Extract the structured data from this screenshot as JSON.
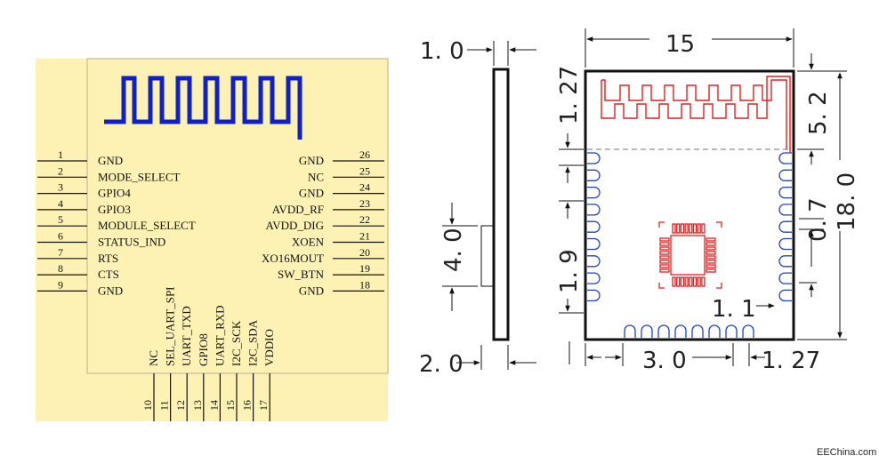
{
  "colors": {
    "body_fill": "#fdf2b4",
    "body_stroke": "#d2c69a",
    "antenna_blue": "#1020c8",
    "antenna_red": "#e02020",
    "pad_blue": "#2040c0",
    "line": "#111111"
  },
  "pins_left": [
    {
      "num": "1",
      "label": "GND"
    },
    {
      "num": "2",
      "label": "MODE_SELECT"
    },
    {
      "num": "3",
      "label": "GPIO4"
    },
    {
      "num": "4",
      "label": "GPIO3"
    },
    {
      "num": "5",
      "label": "MODULE_SELECT"
    },
    {
      "num": "6",
      "label": "STATUS_IND"
    },
    {
      "num": "7",
      "label": "RTS"
    },
    {
      "num": "8",
      "label": "CTS"
    },
    {
      "num": "9",
      "label": "GND"
    }
  ],
  "pins_bottom": [
    {
      "num": "10",
      "label": "NC"
    },
    {
      "num": "11",
      "label": "SEL_UART_SPI"
    },
    {
      "num": "12",
      "label": "UART_TXD"
    },
    {
      "num": "13",
      "label": "GPIO8"
    },
    {
      "num": "14",
      "label": "UART_RXD"
    },
    {
      "num": "15",
      "label": "I2C_SCK"
    },
    {
      "num": "16",
      "label": "I2C_SDA"
    },
    {
      "num": "17",
      "label": "VDDIO"
    }
  ],
  "pins_right": [
    {
      "num": "26",
      "label": "GND"
    },
    {
      "num": "25",
      "label": "NC"
    },
    {
      "num": "24",
      "label": "GND"
    },
    {
      "num": "23",
      "label": "AVDD_RF"
    },
    {
      "num": "22",
      "label": "AVDD_DIG"
    },
    {
      "num": "21",
      "label": "XOEN"
    },
    {
      "num": "20",
      "label": "XO16MOUT"
    },
    {
      "num": "19",
      "label": "SW_BTN"
    },
    {
      "num": "18",
      "label": "GND"
    }
  ],
  "side_view": {
    "top_thickness": "1. 0",
    "bottom_thickness": "2. 0",
    "feature_height": "4. 0"
  },
  "dimensions": {
    "width": "15",
    "height": "18. 0",
    "antenna_height": "5. 2",
    "pitch_left": "1. 27",
    "pad_length": "1. 9",
    "pad_gap": "0. 7",
    "pad_offset": "1. 1",
    "bottom_offset": "3. 0",
    "bottom_pitch": "1. 27"
  },
  "credit": "EEChina.com"
}
